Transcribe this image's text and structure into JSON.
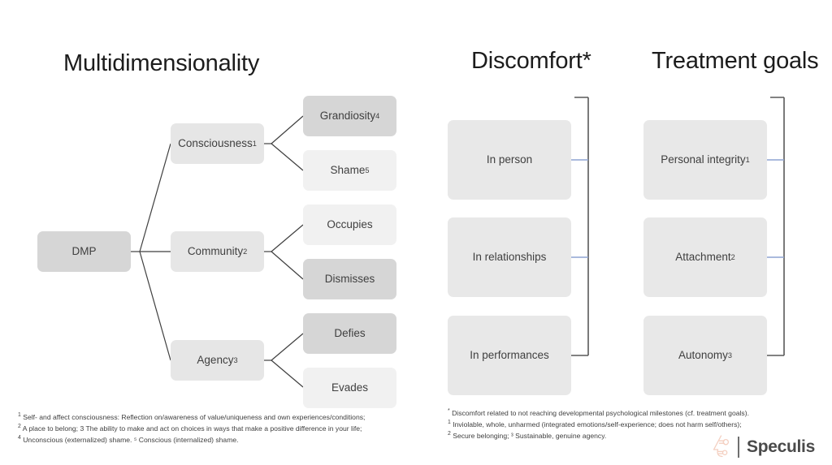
{
  "headings": {
    "multidimensionality": "Multidimensionality",
    "discomfort": "Discomfort*",
    "treatment_goals": "Treatment goals"
  },
  "tree": {
    "root": {
      "label": "DMP",
      "shade": "dark"
    },
    "branches": [
      {
        "label": "Consciousness",
        "sup": "1",
        "shade": "mid",
        "children": [
          {
            "label": "Grandiosity",
            "sup": "4",
            "shade": "dark"
          },
          {
            "label": "Shame",
            "sup": "5",
            "shade": "light"
          }
        ]
      },
      {
        "label": "Community",
        "sup": "2",
        "shade": "mid",
        "children": [
          {
            "label": "Occupies",
            "sup": "",
            "shade": "light"
          },
          {
            "label": "Dismisses",
            "sup": "",
            "shade": "dark"
          }
        ]
      },
      {
        "label": "Agency",
        "sup": "3",
        "shade": "mid",
        "children": [
          {
            "label": "Defies",
            "sup": "",
            "shade": "dark"
          },
          {
            "label": "Evades",
            "sup": "",
            "shade": "light"
          }
        ]
      }
    ]
  },
  "discomfort_items": [
    {
      "label": "In person",
      "sup": ""
    },
    {
      "label": "In relationships",
      "sup": ""
    },
    {
      "label": "In performances",
      "sup": ""
    }
  ],
  "treatment_items": [
    {
      "label": "Personal integrity",
      "sup": "1"
    },
    {
      "label": "Attachment",
      "sup": "2"
    },
    {
      "label": "Autonomy",
      "sup": "3"
    }
  ],
  "footnotes": {
    "left": [
      {
        "marker": "1",
        "text": " Self- and affect consciousness: Reflection on/awareness of value/uniqueness and own experiences/conditions;"
      },
      {
        "marker": "2",
        "text": " A place to belong; 3 The ability to make and act on choices in ways that make a positive difference in your life;"
      },
      {
        "marker": "4",
        "text": " Unconscious (externalized) shame. ⁵ Conscious (internalized) shame."
      }
    ],
    "right": [
      {
        "marker": "*",
        "text": " Discomfort related to not reaching developmental psychological milestones (cf. treatment goals)."
      },
      {
        "marker": "1",
        "text": " Inviolable, whole, unharmed (integrated emotions/self-experience; does not harm self/others);"
      },
      {
        "marker": "2",
        "text": " Secure belonging; ³ Sustainable, genuine agency."
      }
    ]
  },
  "logo": {
    "text": "Speculis",
    "mark_color": "#f4cfc0",
    "text_color": "#4a4a4a"
  },
  "colors": {
    "box_dark": "#d6d6d6",
    "box_mid": "#e6e6e6",
    "box_light": "#f1f1f1",
    "box_discomfort": "#e8e8e8",
    "tree_line": "#3f3f3f",
    "bracket_line": "#595959",
    "connector_blue": "#8ea4d2",
    "text": "#3f3f3f",
    "heading": "#1c1c1c"
  }
}
